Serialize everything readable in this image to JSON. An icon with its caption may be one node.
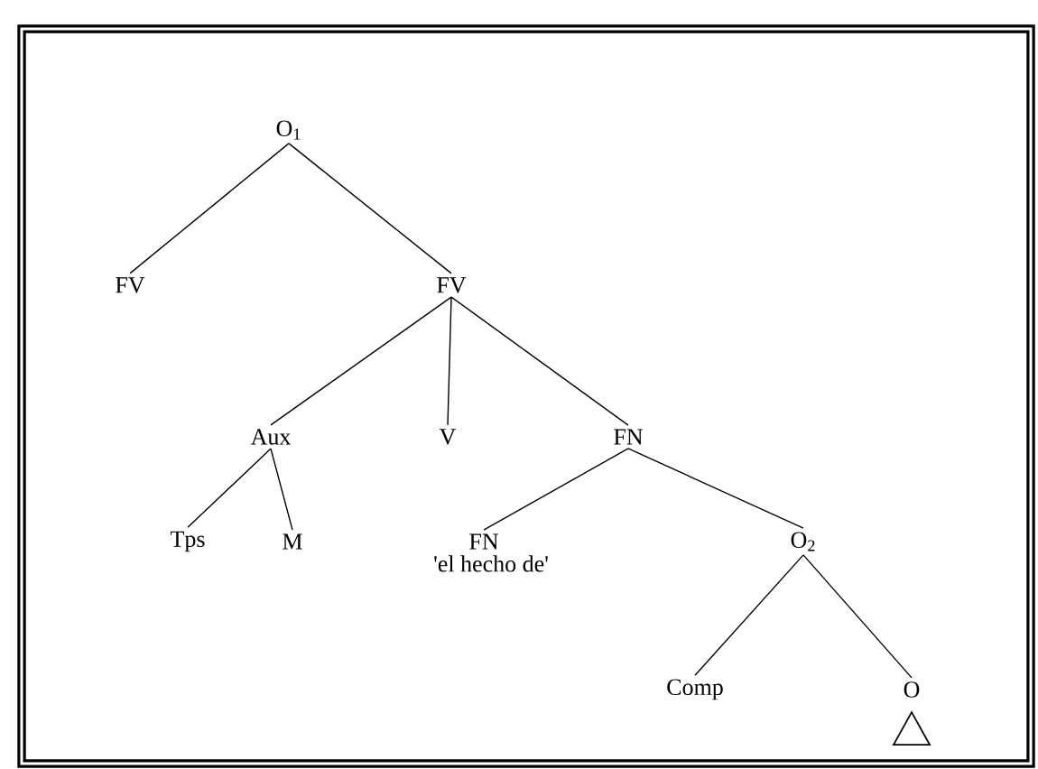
{
  "diagram": {
    "nodes": [
      {
        "text": [
          "O$_{1}$"
        ]
      },
      {
        "text": [
          "FV"
        ]
      },
      {
        "text": [
          "FV"
        ]
      },
      {
        "text": [
          "Aux"
        ]
      },
      {
        "text": [
          "V"
        ]
      },
      {
        "text": [
          "FN"
        ]
      },
      {
        "text": [
          "Tps"
        ]
      },
      {
        "text": [
          "M"
        ]
      },
      {
        "text": [
          "FN"
        ],
        "beside": [
          "'el hecho de'"
        ]
      },
      {
        "text": [
          "O$_{2}$"
        ]
      },
      {
        "text": [
          "Comp"
        ]
      },
      {
        "text": [
          "O"
        ]
      }
    ],
    "edges": [
      {
        "from": 0,
        "to": 1,
        "arrow": "none"
      },
      {
        "from": 0,
        "to": 2,
        "arrow": "none"
      },
      {
        "from": 2,
        "to": 3,
        "arrow": "none"
      },
      {
        "from": 2,
        "to": 4,
        "arrow": "none"
      },
      {
        "from": 2,
        "to": 5,
        "arrow": "none"
      },
      {
        "from": 3,
        "to": 6,
        "arrow": "none"
      },
      {
        "from": 3,
        "to": 7,
        "arrow": "none"
      },
      {
        "from": 5,
        "to": 8,
        "arrow": "none"
      },
      {
        "from": 5,
        "to": 9,
        "arrow": "none"
      },
      {
        "from": 9,
        "to": 10,
        "arrow": "none"
      },
      {
        "from": 9,
        "to": 11,
        "arrow": "none"
      }
    ]
  }
}
